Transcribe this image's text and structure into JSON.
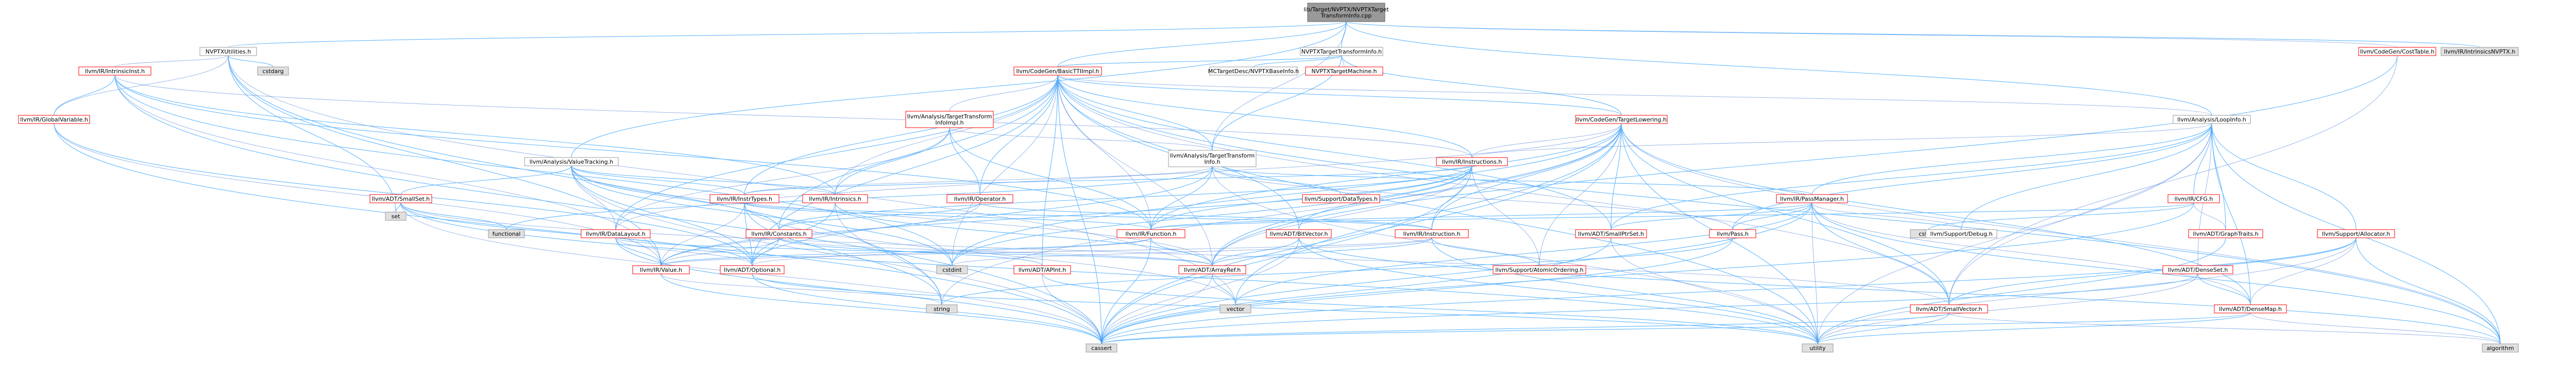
{
  "colors": {
    "root_fill": "#999999",
    "root_border": "#666666",
    "node_border_red": "#ff0000",
    "node_border_gray": "#999999",
    "node_fill": "#ffffff",
    "node_fill_gray": "#e0e0e0",
    "edge": "#63b8ff",
    "text": "#000000"
  },
  "nodes": [
    {
      "id": "root",
      "lines": [
        "lib/Target/NVPTX/NVPTXTarget",
        "TransformInfo.cpp"
      ],
      "kind": "root"
    },
    {
      "id": "nvptxutilities",
      "lines": [
        "NVPTXUtilities.h"
      ],
      "kind": "plain"
    },
    {
      "id": "nvptxtti",
      "lines": [
        "NVPTXTargetTransformInfo.h"
      ],
      "kind": "plain"
    },
    {
      "id": "codegencosttable",
      "lines": [
        "llvm/CodeGen/CostTable.h"
      ],
      "kind": "red"
    },
    {
      "id": "intrinsicsnvptx",
      "lines": [
        "llvm/IR/IntrinsicsNVPTX.h"
      ],
      "kind": "gray"
    },
    {
      "id": "intrinsicinst",
      "lines": [
        "llvm/IR/IntrinsicInst.h"
      ],
      "kind": "red"
    },
    {
      "id": "cstdarg",
      "lines": [
        "cstdarg"
      ],
      "kind": "gray"
    },
    {
      "id": "set",
      "lines": [
        "set"
      ],
      "kind": "gray"
    },
    {
      "id": "basicttiimpl",
      "lines": [
        "llvm/CodeGen/BasicTTIImpl.h"
      ],
      "kind": "red"
    },
    {
      "id": "mctargetdesc",
      "lines": [
        "MCTargetDesc/NVPTXBaseInfo.h"
      ],
      "kind": "plain"
    },
    {
      "id": "nvptxtargetmachine",
      "lines": [
        "NVPTXTargetMachine.h"
      ],
      "kind": "red"
    },
    {
      "id": "codegentargetlowering",
      "lines": [
        "llvm/CodeGen/TargetLowering.h"
      ],
      "kind": "red"
    },
    {
      "id": "globalvariable",
      "lines": [
        "llvm/IR/GlobalVariable.h"
      ],
      "kind": "red"
    },
    {
      "id": "analysisttiimpl",
      "lines": [
        "llvm/Analysis/TargetTransform",
        "InfoImpl.h"
      ],
      "kind": "red"
    },
    {
      "id": "analysistti",
      "lines": [
        "llvm/Analysis/TargetTransform",
        "Info.h"
      ],
      "kind": "plain"
    },
    {
      "id": "valuetracking",
      "lines": [
        "llvm/Analysis/ValueTracking.h"
      ],
      "kind": "plain"
    },
    {
      "id": "loopinfo",
      "lines": [
        "llvm/Analysis/LoopInfo.h"
      ],
      "kind": "plain"
    },
    {
      "id": "instructions",
      "lines": [
        "llvm/IR/Instructions.h"
      ],
      "kind": "red"
    },
    {
      "id": "smallset",
      "lines": [
        "llvm/ADT/SmallSet.h"
      ],
      "kind": "red"
    },
    {
      "id": "operator",
      "lines": [
        "llvm/IR/Operator.h"
      ],
      "kind": "red"
    },
    {
      "id": "instrtypes",
      "lines": [
        "llvm/IR/InstrTypes.h"
      ],
      "kind": "red"
    },
    {
      "id": "intrinsics",
      "lines": [
        "llvm/IR/Intrinsics.h"
      ],
      "kind": "red"
    },
    {
      "id": "supportdatatypes",
      "lines": [
        "llvm/Support/DataTypes.h"
      ],
      "kind": "red"
    },
    {
      "id": "passmanager",
      "lines": [
        "llvm/IR/PassManager.h"
      ],
      "kind": "red"
    },
    {
      "id": "cfg",
      "lines": [
        "llvm/IR/CFG.h"
      ],
      "kind": "red"
    },
    {
      "id": "supportallocator",
      "lines": [
        "llvm/Support/Allocator.h"
      ],
      "kind": "red"
    },
    {
      "id": "functional",
      "lines": [
        "functional"
      ],
      "kind": "gray"
    },
    {
      "id": "stdint",
      "lines": [
        "cstdint"
      ],
      "kind": "gray"
    },
    {
      "id": "datalayout",
      "lines": [
        "llvm/IR/DataLayout.h"
      ],
      "kind": "red"
    },
    {
      "id": "constants",
      "lines": [
        "llvm/IR/Constants.h"
      ],
      "kind": "red"
    },
    {
      "id": "function",
      "lines": [
        "llvm/IR/Function.h"
      ],
      "kind": "red"
    },
    {
      "id": "bitvector",
      "lines": [
        "llvm/ADT/BitVector.h"
      ],
      "kind": "red"
    },
    {
      "id": "instruction",
      "lines": [
        "llvm/IR/Instruction.h"
      ],
      "kind": "red"
    },
    {
      "id": "smallptrset",
      "lines": [
        "llvm/ADT/SmallPtrSet.h"
      ],
      "kind": "red"
    },
    {
      "id": "pass",
      "lines": [
        "llvm/Pass.h"
      ],
      "kind": "red"
    },
    {
      "id": "supportdebug",
      "lines": [
        "llvm/Support/Debug.h"
      ],
      "kind": "plain"
    },
    {
      "id": "graphtraits",
      "lines": [
        "llvm/ADT/GraphTraits.h"
      ],
      "kind": "red"
    },
    {
      "id": "cstdint",
      "lines": [
        "cstdint"
      ],
      "kind": "gray"
    },
    {
      "id": "value",
      "lines": [
        "llvm/IR/Value.h"
      ],
      "kind": "red"
    },
    {
      "id": "optional",
      "lines": [
        "llvm/ADT/Optional.h"
      ],
      "kind": "red"
    },
    {
      "id": "apint",
      "lines": [
        "llvm/ADT/APInt.h"
      ],
      "kind": "red"
    },
    {
      "id": "arrayref",
      "lines": [
        "llvm/ADT/ArrayRef.h"
      ],
      "kind": "red"
    },
    {
      "id": "atomicordering",
      "lines": [
        "llvm/Support/AtomicOrdering.h"
      ],
      "kind": "red"
    },
    {
      "id": "densemapinfo",
      "lines": [
        "llvm/ADT/DenseSet.h"
      ],
      "kind": "red"
    },
    {
      "id": "densemap",
      "lines": [
        "llvm/ADT/DenseMap.h"
      ],
      "kind": "red"
    },
    {
      "id": "string",
      "lines": [
        "string"
      ],
      "kind": "gray"
    },
    {
      "id": "vector",
      "lines": [
        "vector"
      ],
      "kind": "gray"
    },
    {
      "id": "smallvector",
      "lines": [
        "llvm/ADT/SmallVector.h"
      ],
      "kind": "red"
    },
    {
      "id": "cassert",
      "lines": [
        "cassert"
      ],
      "kind": "gray"
    },
    {
      "id": "utility",
      "lines": [
        "utility"
      ],
      "kind": "gray"
    },
    {
      "id": "algorithm",
      "lines": [
        "algorithm"
      ],
      "kind": "gray"
    }
  ]
}
